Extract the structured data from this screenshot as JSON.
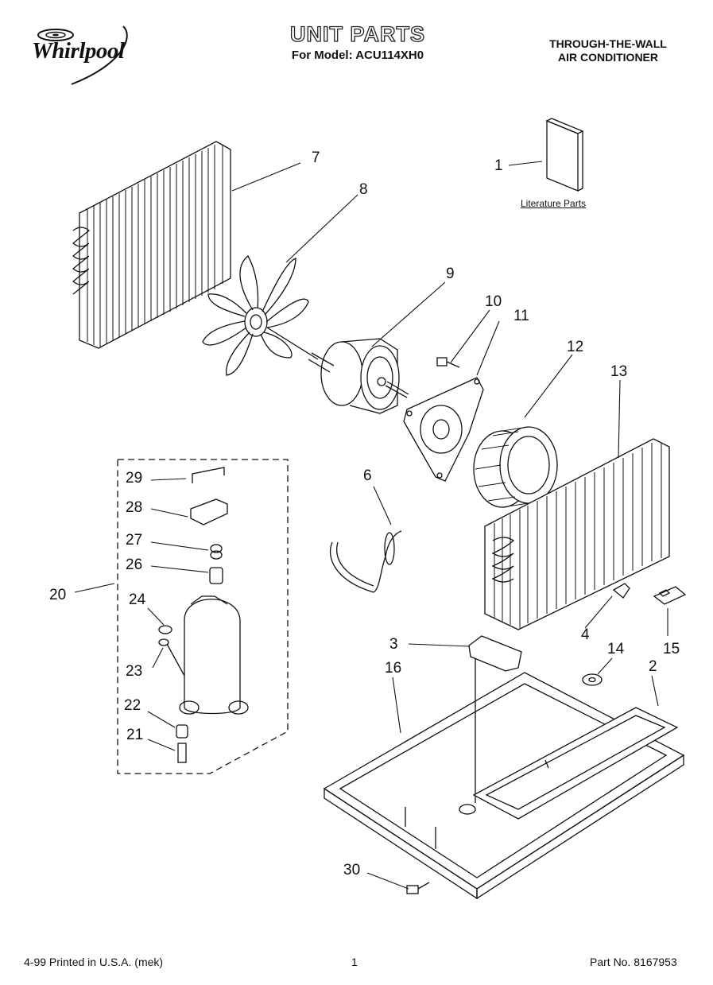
{
  "header": {
    "brand": "Whirlpool",
    "title": "UNIT PARTS",
    "model_line": "For Model: ACU114XH0",
    "product_line1": "THROUGH-THE-WALL",
    "product_line2": "AIR CONDITIONER"
  },
  "literature_label": "Literature Parts",
  "callouts": [
    "1",
    "2",
    "3",
    "4",
    "6",
    "7",
    "8",
    "9",
    "10",
    "11",
    "12",
    "13",
    "14",
    "15",
    "16",
    "20",
    "21",
    "22",
    "23",
    "24",
    "26",
    "27",
    "28",
    "29",
    "30"
  ],
  "footer": {
    "left": "4-99 Printed in U.S.A. (mek)",
    "center": "1",
    "right": "Part No. 8167953"
  }
}
